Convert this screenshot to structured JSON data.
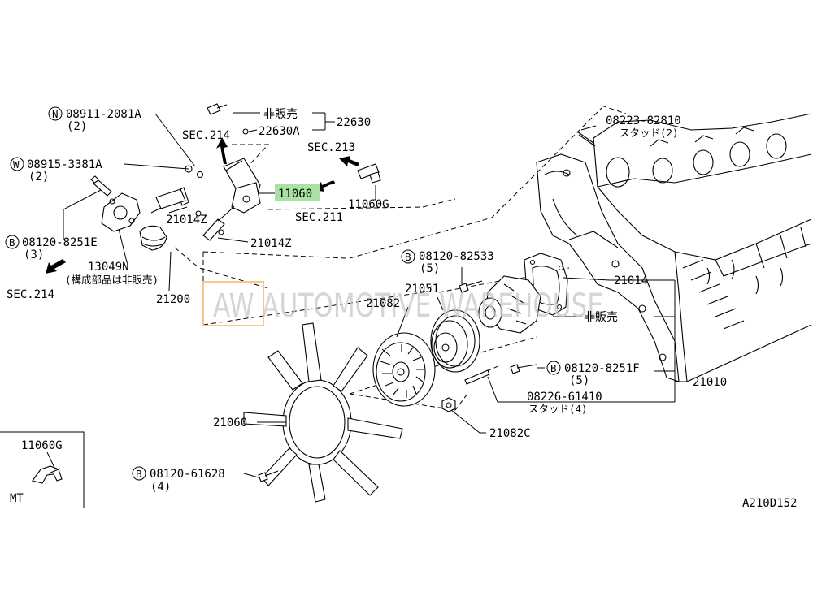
{
  "labels": {
    "n_prefix": "N",
    "p_08911": "08911-2081A",
    "q_08911": "(2)",
    "w_prefix": "W",
    "p_08915": "08915-3381A",
    "q_08915": "(2)",
    "sec214_top": "SEC.214",
    "hibaibai_top": "非販売",
    "p_22630": "22630",
    "p_22630A": "22630A",
    "sec213": "SEC.213",
    "p_08223": "08223-82810",
    "stud_2": "スタッド(2)",
    "p_11060": "11060",
    "p_11060G": "11060G",
    "sec211": "SEC.211",
    "p_21014Z_a": "21014Z",
    "p_21014Z_b": "21014Z",
    "b_prefix": "B",
    "p_08120_8251E": "08120-8251E",
    "q_8251E": "(3)",
    "p_13049N": "13049N",
    "note_13049N": "(構成部品は非販売)",
    "sec214_bottom": "SEC.214",
    "p_21200": "21200",
    "p_08120_82533": "08120-82533",
    "q_82533": "(5)",
    "p_21051": "21051",
    "p_21082": "21082",
    "p_21014": "21014",
    "hibaibai_mid": "非販売",
    "p_08120_8251F": "08120-8251F",
    "q_8251F": "(5)",
    "p_21010": "21010",
    "p_08226": "08226-61410",
    "stud_4": "スタッド(4)",
    "p_21060": "21060",
    "p_21082C": "21082C",
    "p_08120_61628": "08120-61628",
    "q_61628": "(4)",
    "inset_part": "11060G",
    "inset_mt": "MT",
    "figure_code": "A210D152",
    "watermark": "AW AUTOMOTIVE WAREHOUSE"
  },
  "colors": {
    "highlight": "#a9e2a3",
    "watermark_box": "#f5c98a"
  }
}
